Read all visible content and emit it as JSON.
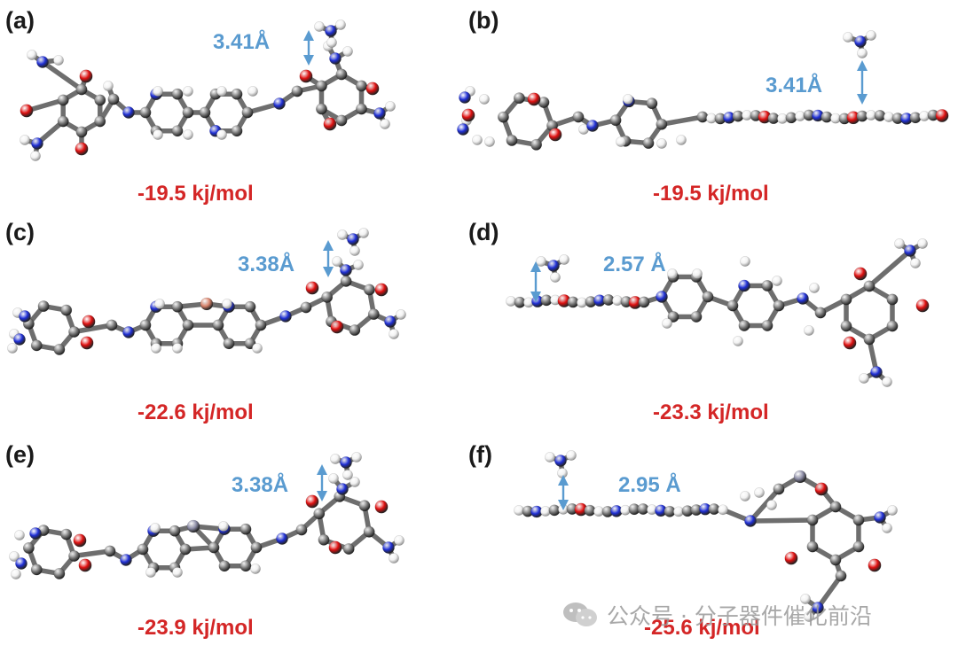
{
  "panels": [
    {
      "label": "(a)",
      "distance": "3.41Å",
      "energy": "-19.5 kj/mol"
    },
    {
      "label": "(b)",
      "distance": "3.41Å",
      "energy": "-19.5 kj/mol"
    },
    {
      "label": "(c)",
      "distance": "3.38Å",
      "energy": "-22.6 kj/mol"
    },
    {
      "label": "(d)",
      "distance": "2.57 Å",
      "energy": "-23.3 kj/mol"
    },
    {
      "label": "(e)",
      "distance": "3.38Å",
      "energy": "-23.9 kj/mol"
    },
    {
      "label": "(f)",
      "distance": "2.95 Å",
      "energy": "-25.6 kj/mol"
    }
  ],
  "watermark": {
    "text": "公众号 · 分子器件催化前沿"
  },
  "colors": {
    "carbon": "#7a7a7a",
    "hydrogen": "#f2f2f2",
    "nitrogen": "#1f2fd6",
    "oxygen": "#e01010",
    "metal_c": "#d9826a",
    "metal_e": "#8c8ca6",
    "distance_text": "#5a9bd0",
    "energy_text": "#d42626"
  }
}
